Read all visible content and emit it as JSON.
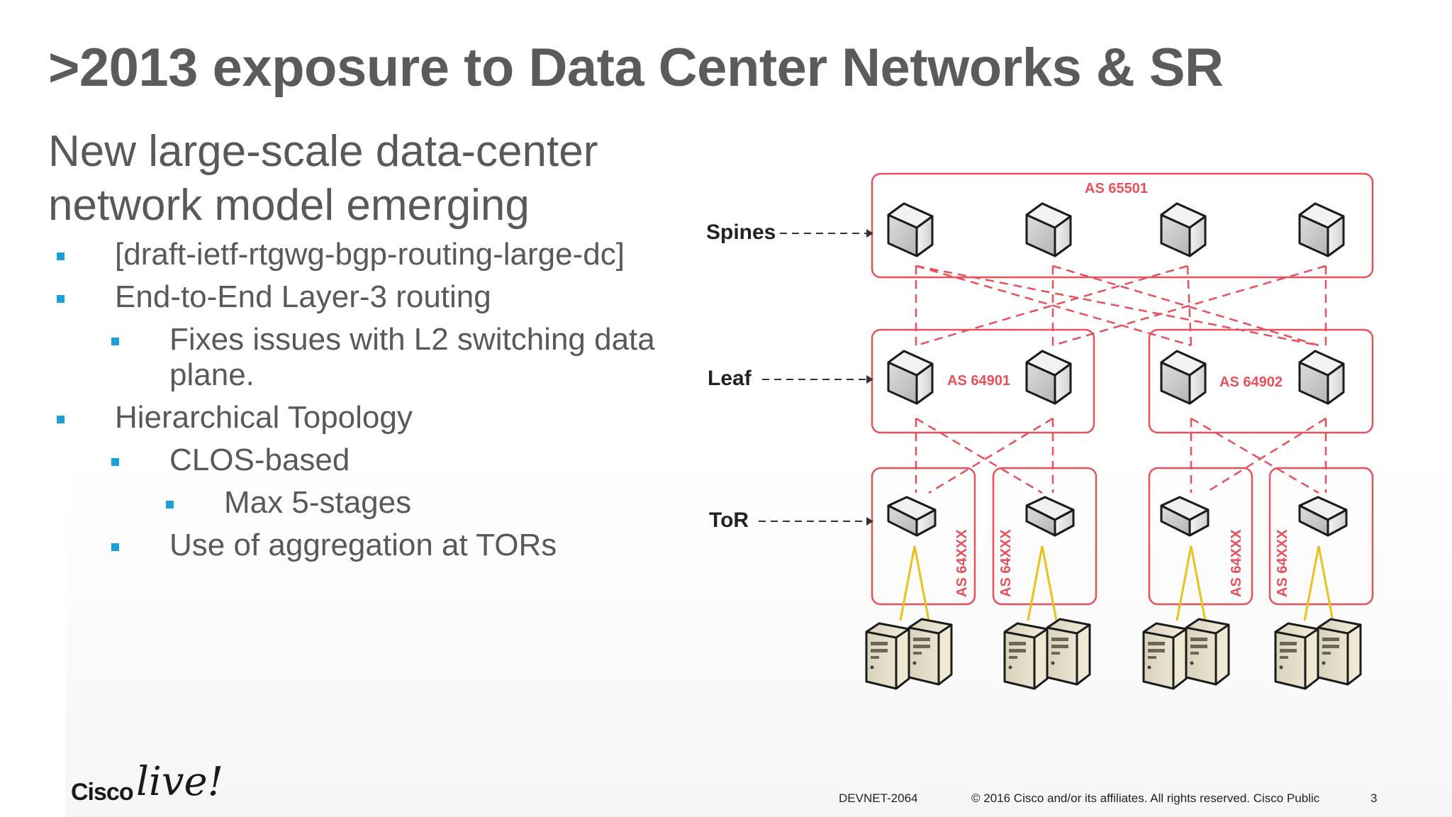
{
  "slide": {
    "title": ">2013 exposure to Data Center Networks & SR",
    "subtitle_line1": "New large-scale data-center",
    "subtitle_line2": "network model emerging",
    "bullets": [
      {
        "level": 1,
        "text": "[draft-ietf-rtgwg-bgp-routing-large-dc]"
      },
      {
        "level": 1,
        "text": "End-to-End Layer-3 routing"
      },
      {
        "level": 2,
        "text": "Fixes issues with L2  switching data",
        "text2": "plane."
      },
      {
        "level": 1,
        "text": "Hierarchical Topology"
      },
      {
        "level": 2,
        "text": "CLOS-based"
      },
      {
        "level": 3,
        "text": "Max 5-stages"
      },
      {
        "level": 2,
        "text": "Use of aggregation at TORs"
      }
    ]
  },
  "diagram": {
    "tier_labels": {
      "spines": "Spines",
      "leaf": "Leaf",
      "tor": "ToR"
    },
    "as_labels": {
      "spine": "AS 65501",
      "leaf_left": "AS 64901",
      "leaf_right": "AS 64902",
      "tor": [
        "AS 64XXX",
        "AS 64XXX",
        "AS 64XXX",
        "AS 64XXX"
      ]
    },
    "colors": {
      "as_box": "#e8505b",
      "link": "#e8505b",
      "server_link": "#e8c21a",
      "bullet": "#1ba0d7"
    }
  },
  "footer": {
    "session": "DEVNET-2064",
    "copyright": "© 2016  Cisco and/or its affiliates. All rights reserved.   Cisco Public",
    "page": "3",
    "logo_cisco": "Cisco",
    "logo_live": "live!"
  }
}
